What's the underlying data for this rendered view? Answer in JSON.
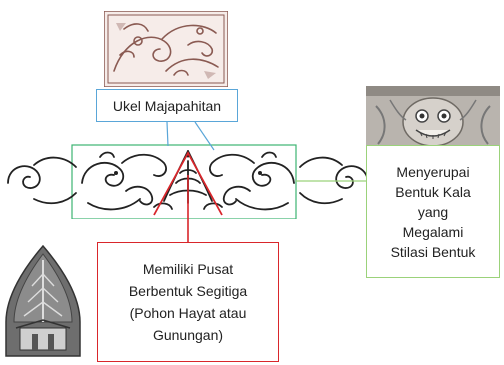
{
  "labels": {
    "ukel": "Ukel Majapahitan",
    "kala": [
      "Menyerupai",
      "Bentuk Kala",
      "yang",
      "Megalami",
      "Stilasi Bentuk"
    ],
    "pusat": [
      "Memiliki Pusat",
      "Berbentuk Segitiga",
      "(Pohon Hayat atau",
      "Gunungan)"
    ]
  },
  "images": {
    "top_relief": "ukel-carving-image",
    "kala_relief": "kala-head-relief-image",
    "ornament": "floral-ornament-band-image",
    "gunungan": "gunungan-wayang-image"
  },
  "colors": {
    "ukel_box": "#5aa6d8",
    "kala_box": "#9bd27a",
    "pusat_box": "#d9262b",
    "ornament_frame": "#3cb371",
    "ink": "#222222",
    "relief": "#8a5a52"
  }
}
